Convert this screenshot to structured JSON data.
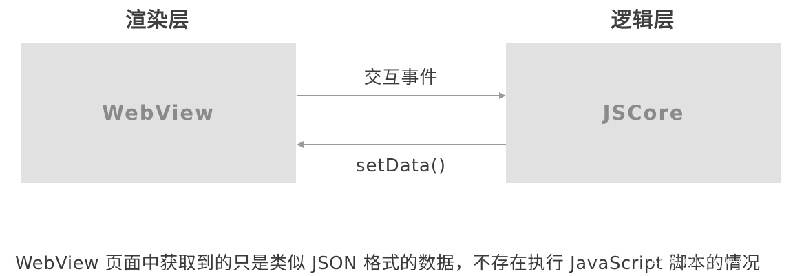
{
  "titles": {
    "render_layer": "渲染层",
    "logic_layer": "逻辑层"
  },
  "boxes": {
    "left": "WebView",
    "right": "JSCore"
  },
  "arrows": {
    "to_logic": "交互事件",
    "to_render": "setData()"
  },
  "caption": "WebView 页面中获取到的只是类似 JSON 格式的数据，不存在执行 JavaScript 脚本的情况",
  "watermark": "CSDN @Javis_love",
  "colors": {
    "box_fill": "#e1e1e1",
    "box_text": "#8a8a8a",
    "arrow": "#9a9a9a",
    "text": "#3c3c3c"
  }
}
